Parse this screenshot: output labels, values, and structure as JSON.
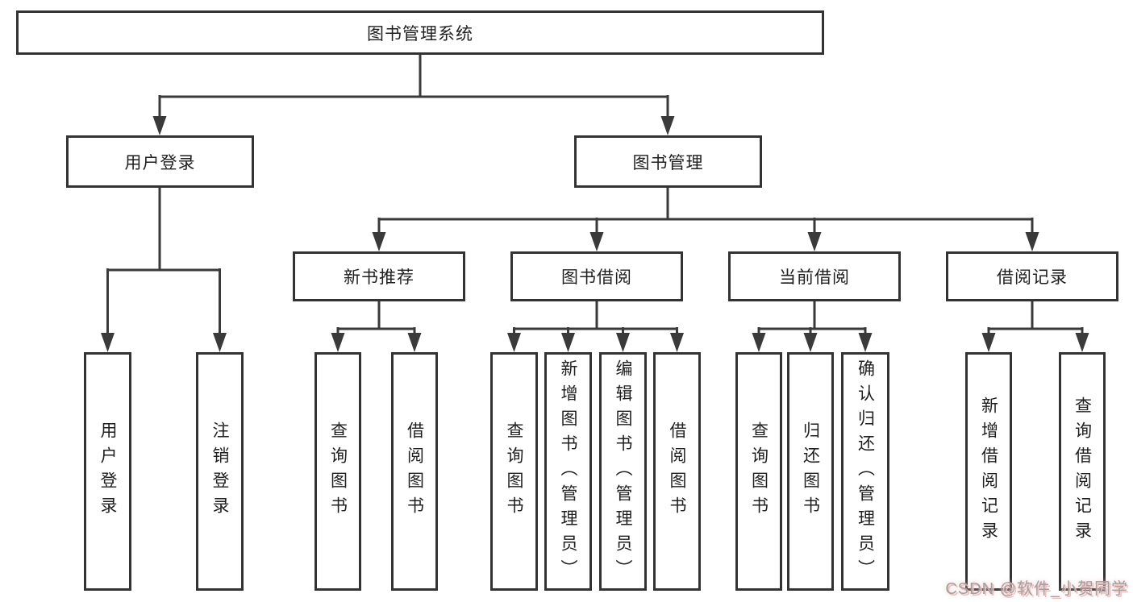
{
  "colors": {
    "line": "#3a3a3a",
    "box_border": "#333333",
    "text": "#1f1f1f",
    "background": "#ffffff",
    "watermark_text": "#a0a0a0",
    "watermark_halo": "#f3bcbc"
  },
  "diagram": {
    "title": "图书管理系统",
    "level2": [
      {
        "label": "用户登录"
      },
      {
        "label": "图书管理"
      }
    ],
    "level3": [
      {
        "label": "新书推荐",
        "parent": "图书管理"
      },
      {
        "label": "图书借阅",
        "parent": "图书管理"
      },
      {
        "label": "当前借阅",
        "parent": "图书管理"
      },
      {
        "label": "借阅记录",
        "parent": "图书管理"
      }
    ],
    "leaves": [
      {
        "label": "用户登录",
        "parent": "用户登录"
      },
      {
        "label": "注销登录",
        "parent": "用户登录"
      },
      {
        "label": "查询图书",
        "parent": "新书推荐"
      },
      {
        "label": "借阅图书",
        "parent": "新书推荐"
      },
      {
        "label": "查询图书",
        "parent": "图书借阅"
      },
      {
        "label": "新增图书（管理员）",
        "parent": "图书借阅"
      },
      {
        "label": "编辑图书（管理员）",
        "parent": "图书借阅"
      },
      {
        "label": "借阅图书",
        "parent": "图书借阅"
      },
      {
        "label": "查询图书",
        "parent": "当前借阅"
      },
      {
        "label": "归还图书",
        "parent": "当前借阅"
      },
      {
        "label": "确认归还（管理员）",
        "parent": "当前借阅"
      },
      {
        "label": "新增借阅记录",
        "parent": "借阅记录"
      },
      {
        "label": "查询借阅记录",
        "parent": "借阅记录"
      }
    ]
  },
  "watermark": {
    "text": "CSDN @软件_小贺同学"
  }
}
